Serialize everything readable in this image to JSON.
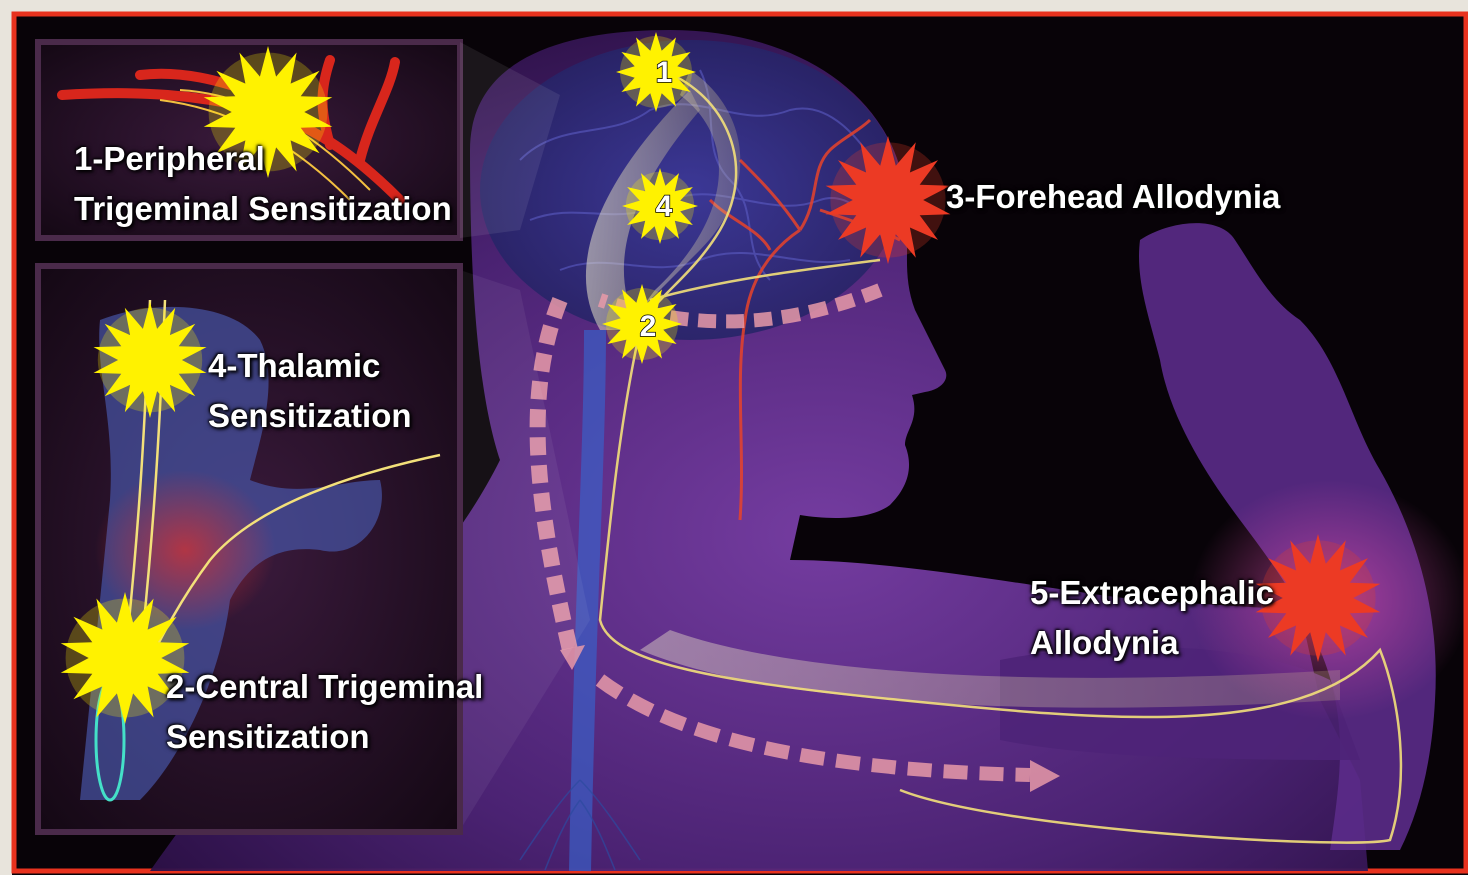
{
  "labels": {
    "peripheral": {
      "line1": "1-Peripheral",
      "line2": "Trigeminal Sensitization"
    },
    "central": {
      "line1": "2-Central Trigeminal",
      "line2": "Sensitization"
    },
    "forehead": "3-Forehead Allodynia",
    "thalamic": {
      "line1": "4-Thalamic",
      "line2": "Sensitization"
    },
    "extracephalic": {
      "line1": "5-Extracephalic",
      "line2": "Allodynia"
    }
  },
  "markers": {
    "top": "1",
    "mid": "4",
    "low": "2"
  },
  "colors": {
    "frame": "#e8321e",
    "yellow_burst": "#fff200",
    "red_burst": "#ec3a24",
    "background": "#080308",
    "purple_body": "#5a2d8c",
    "nerve": "#f3e07a"
  }
}
